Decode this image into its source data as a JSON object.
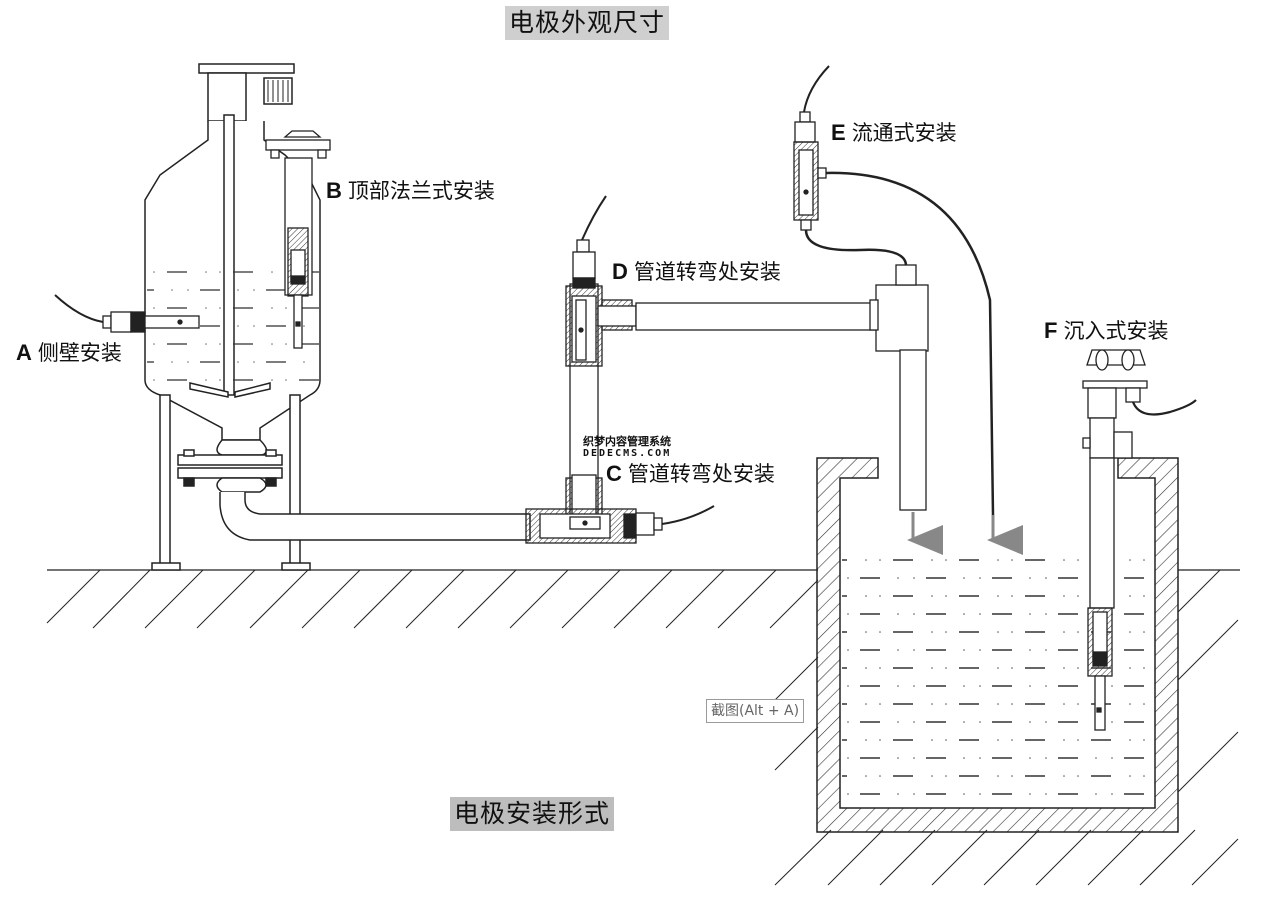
{
  "titles": {
    "top": "电极外观尺寸",
    "bottom": "电极安装形式"
  },
  "labels": [
    {
      "letter": "A",
      "text": "侧壁安装"
    },
    {
      "letter": "B",
      "text": "顶部法兰式安装"
    },
    {
      "letter": "C",
      "text": "管道转弯处安装"
    },
    {
      "letter": "D",
      "text": "管道转弯处安装"
    },
    {
      "letter": "E",
      "text": "流通式安装"
    },
    {
      "letter": "F",
      "text": "沉入式安装"
    }
  ],
  "watermark": {
    "line1": "织梦内容管理系统",
    "line2": "DEDECMS.COM"
  },
  "tooltip": "截图(Alt + A)",
  "colors": {
    "line": "#222222",
    "hatch": "#333333",
    "arrow": "#888888",
    "title_bg": "#cfcfcf"
  }
}
